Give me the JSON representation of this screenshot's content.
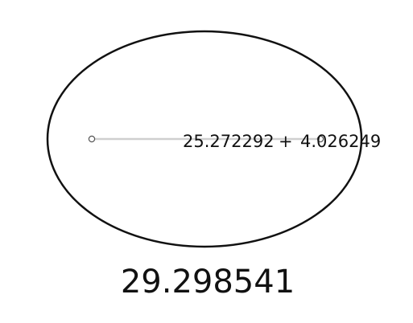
{
  "diagram": {
    "expression": {
      "term_a": "25.272292",
      "operator": "+",
      "term_b": "4.026249"
    },
    "result": "29.298541",
    "colors": {
      "ellipse_stroke": "#111111",
      "slider_track": "#cfcfcf",
      "slider_handle": "#555555",
      "text": "#111111"
    }
  }
}
